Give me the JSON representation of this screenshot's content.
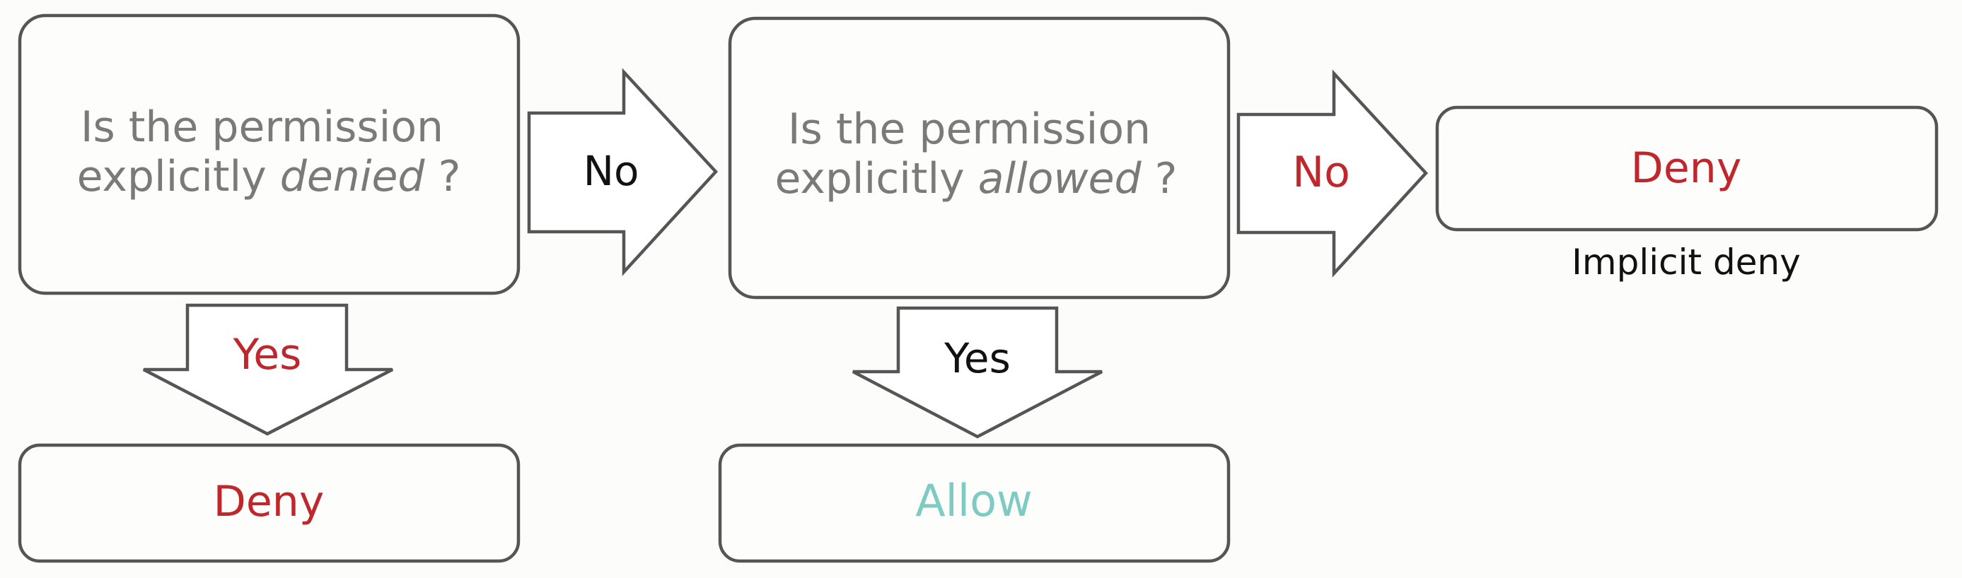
{
  "colors": {
    "deny": "#c0272d",
    "allow": "#7dcbc2",
    "question_text": "#7a7a7a",
    "outline": "#555555"
  },
  "step1": {
    "question_line1": "Is the permission",
    "question_line2_prefix": "explicitly ",
    "question_line2_emph": "denied",
    "question_line2_suffix": " ?",
    "no_label": "No",
    "yes_label": "Yes",
    "yes_result": "Deny"
  },
  "step2": {
    "question_line1": "Is the permission",
    "question_line2_prefix": "explicitly ",
    "question_line2_emph": "allowed",
    "question_line2_suffix": " ?",
    "no_label": "No",
    "yes_label": "Yes",
    "yes_result": "Allow"
  },
  "final": {
    "result": "Deny",
    "caption": "Implicit deny"
  }
}
